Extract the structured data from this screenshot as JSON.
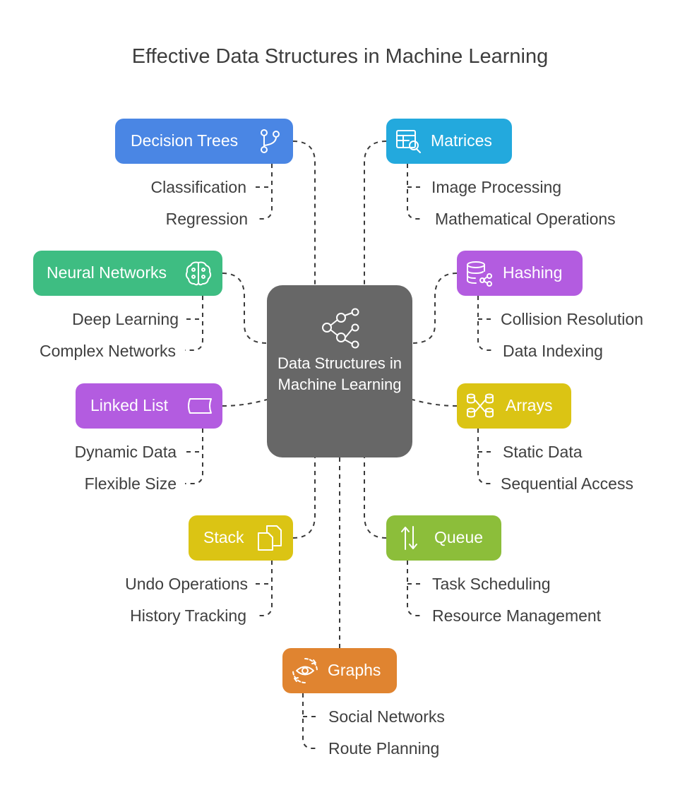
{
  "title": "Effective Data Structures in Machine Learning",
  "center": {
    "label": "Data Structures in Machine Learning",
    "icon": "share-network-icon"
  },
  "nodes": {
    "decision_trees": {
      "label": "Decision Trees",
      "color": "#4a86e4",
      "icon": "git-branch-icon",
      "subs": [
        "Classification",
        "Regression"
      ]
    },
    "matrices": {
      "label": "Matrices",
      "color": "#23a9dd",
      "icon": "table-search-icon",
      "subs": [
        "Image Processing",
        "Mathematical Operations"
      ]
    },
    "neural_networks": {
      "label": "Neural Networks",
      "color": "#3ebd82",
      "icon": "brain-icon",
      "subs": [
        "Deep Learning",
        "Complex Networks"
      ]
    },
    "hashing": {
      "label": "Hashing",
      "color": "#b35ce0",
      "icon": "database-share-icon",
      "subs": [
        "Collision Resolution",
        "Data Indexing"
      ]
    },
    "linked_list": {
      "label": "Linked List",
      "color": "#b35ce0",
      "icon": "scroll-icon",
      "subs": [
        "Dynamic Data",
        "Flexible Size"
      ]
    },
    "arrays": {
      "label": "Arrays",
      "color": "#dbc414",
      "icon": "database-cross-icon",
      "subs": [
        "Static Data",
        "Sequential Access"
      ]
    },
    "stack": {
      "label": "Stack",
      "color": "#dbc414",
      "icon": "copy-stack-icon",
      "subs": [
        "Undo Operations",
        "History Tracking"
      ]
    },
    "queue": {
      "label": "Queue",
      "color": "#8cbe3a",
      "icon": "arrows-up-down-icon",
      "subs": [
        "Task Scheduling",
        "Resource Management"
      ]
    },
    "graphs": {
      "label": "Graphs",
      "color": "#e08430",
      "icon": "eye-cycle-icon",
      "subs": [
        "Social Networks",
        "Route Planning"
      ]
    }
  }
}
